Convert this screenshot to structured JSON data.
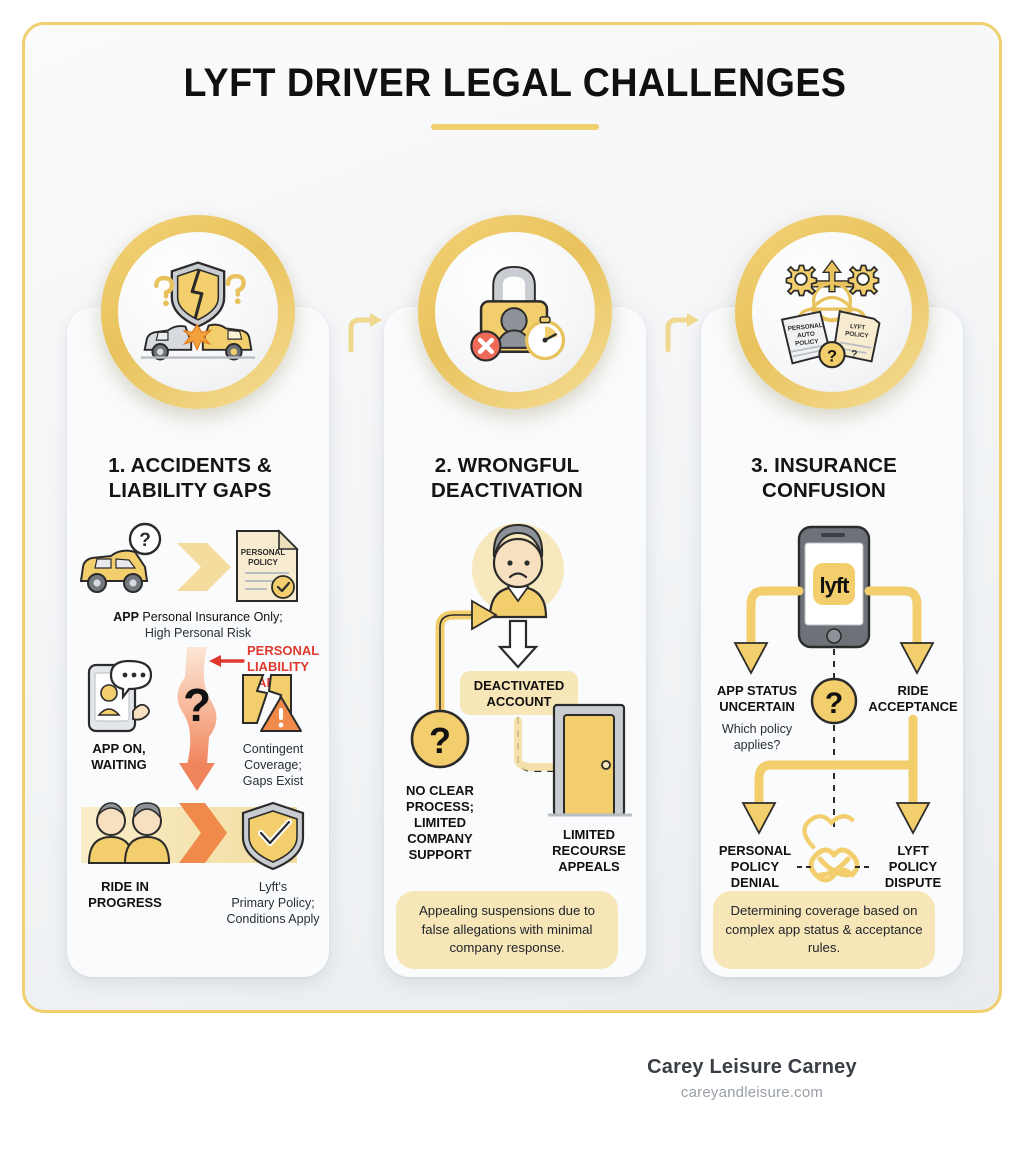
{
  "header": {
    "title": "LYFT DRIVER LEGAL CHALLENGES"
  },
  "theme": {
    "gold": "#EFCF6E",
    "gold_deep": "#E8C25C",
    "gold_light": "#F6E6B8",
    "red_accent": "#E03A2F",
    "orange_accent": "#F08A4B",
    "ink": "#141414",
    "panel_bg": "#fafbfc"
  },
  "columns": [
    {
      "id": "accidents",
      "badge_icon": "car-crash-broken-shield-icon",
      "heading": "1. ACCIDENTS &\nLIABILITY GAPS",
      "heading_lines": [
        "1. ACCIDENTS &",
        "LIABILITY GAPS"
      ],
      "stages": [
        {
          "left_icon": "yellow-car-icon",
          "left_badge_icon": "question-mark-icon",
          "arrow_icon": "chevron-arrow-right-icon",
          "right_icon": "personal-policy-document-icon",
          "right_icon_text_lines": [
            "PERSONAL",
            "POLICY"
          ],
          "label_bold": "APP",
          "label_rest": " Personal Insurance Only;",
          "label_line2": "High Personal Risk"
        },
        {
          "callout": [
            "PERSONAL",
            "LIABILITY",
            "GAPS"
          ],
          "callout_arrow_icon": "red-arrow-left-icon",
          "left_icon": "phone-driver-waiting-icon",
          "left_label_lines": [
            "APP ON,",
            "WAITING"
          ],
          "center_icon": "big-question-mark-icon",
          "right_icon": "cracked-shield-warning-icon",
          "right_label_lines": [
            "Contingent",
            "Coverage;",
            "Gaps Exist"
          ]
        },
        {
          "left_icon": "two-passengers-icon",
          "left_label_lines": [
            "RIDE IN",
            "PROGRESS"
          ],
          "arrow_icon": "orange-chevron-arrow-right-icon",
          "right_icon": "shield-check-icon",
          "right_label_lines": [
            "Lyft's",
            "Primary Policy;",
            "Conditions Apply"
          ]
        }
      ]
    },
    {
      "id": "deactivation",
      "badge_icon": "padlock-user-stopwatch-icon",
      "heading_lines": [
        "2. WRONGFUL",
        "DEACTIVATION"
      ],
      "nodes": {
        "person_icon": "sad-driver-avatar-icon",
        "question_icon": "question-circle-icon",
        "deactivated_label_lines": [
          "DEACTIVATED",
          "ACCOUNT"
        ],
        "left_label_lines": [
          "NO CLEAR",
          "PROCESS;",
          "LIMITED",
          "COMPANY",
          "SUPPORT"
        ],
        "door_icon": "closed-door-icon",
        "door_label_lines": [
          "LIMITED",
          "RECOURSE",
          "APPEALS"
        ]
      },
      "caption": "Appealing suspensions due to false allegations with minimal company response."
    },
    {
      "id": "insurance",
      "badge_icon": "two-policy-documents-gears-icon",
      "heading_lines": [
        "3. INSURANCE",
        "CONFUSION"
      ],
      "nodes": {
        "phone_icon": "smartphone-lyft-app-icon",
        "lyft_logo_text": "lyft",
        "question_icon": "question-circle-icon",
        "left_label_lines": [
          "APP STATUS",
          "UNCERTAIN"
        ],
        "left_sub_lines": [
          "Which policy",
          "applies?"
        ],
        "right_label_lines": [
          "RIDE",
          "ACCEPTANCE"
        ],
        "knot_icon": "tangled-knot-icon",
        "bottom_left_label_lines": [
          "PERSONAL",
          "POLICY",
          "DENIAL"
        ],
        "bottom_right_label_lines": [
          "LYFT",
          "POLICY",
          "DISPUTE"
        ]
      },
      "caption": "Determining coverage based on complex app status & acceptance rules."
    }
  ],
  "connectors": [
    {
      "icon": "curved-arrow-right-icon"
    },
    {
      "icon": "curved-arrow-right-icon"
    }
  ],
  "footer": {
    "name": "Carey Leisure Carney",
    "url": "careyandleisure.com"
  }
}
